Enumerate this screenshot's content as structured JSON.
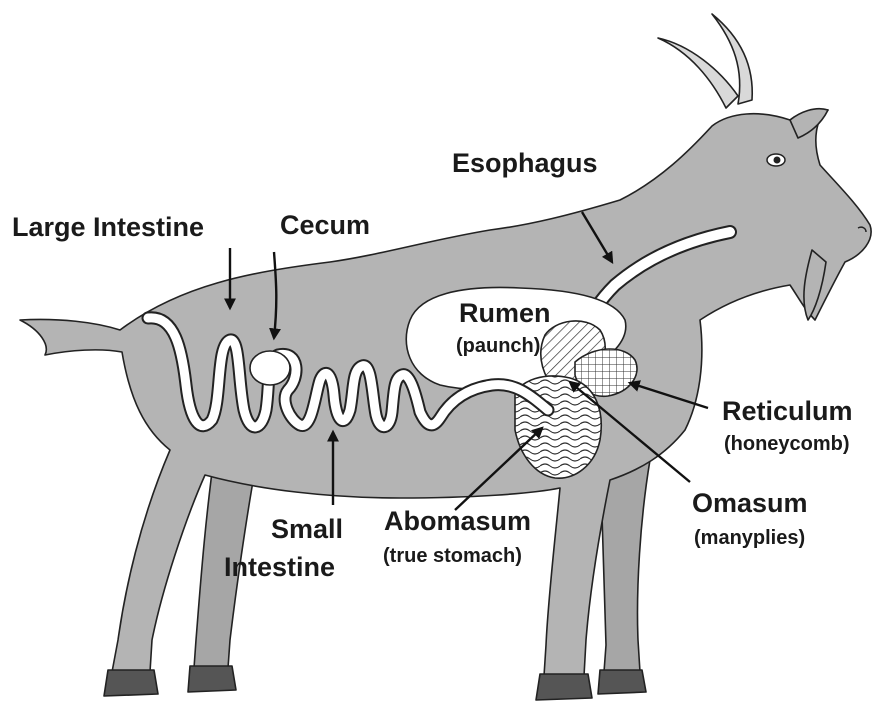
{
  "labels": {
    "esophagus": "Esophagus",
    "large_intestine": "Large Intestine",
    "cecum": "Cecum",
    "rumen": "Rumen",
    "rumen_sub": "(paunch)",
    "reticulum": "Reticulum",
    "reticulum_sub": "(honeycomb)",
    "small_intestine_1": "Small",
    "small_intestine_2": "Intestine",
    "abomasum": "Abomasum",
    "abomasum_sub": "(true stomach)",
    "omasum": "Omasum",
    "omasum_sub": "(manyplies)"
  },
  "colors": {
    "body_fill": "#b4b4b4",
    "far_limb_fill": "#a6a6a6",
    "organ_fill": "#ffffff",
    "hoof_fill": "#555555",
    "horn_fill": "#d9d9d9",
    "outline": "#222222",
    "text": "#1a1a1a"
  }
}
